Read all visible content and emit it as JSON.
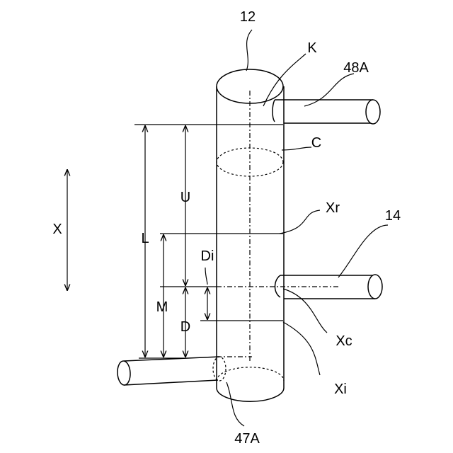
{
  "labels": {
    "main_body": "12",
    "point_k": "K",
    "upper_port": "48A",
    "cross_section_c": "C",
    "axis_direction": "X",
    "dim_u": "U",
    "dim_l": "L",
    "axis_xr": "Xr",
    "side_port": "14",
    "dim_di": "Di",
    "dim_m": "M",
    "dim_d": "D",
    "axis_xc": "Xc",
    "axis_xi": "Xi",
    "lower_port": "47A"
  }
}
